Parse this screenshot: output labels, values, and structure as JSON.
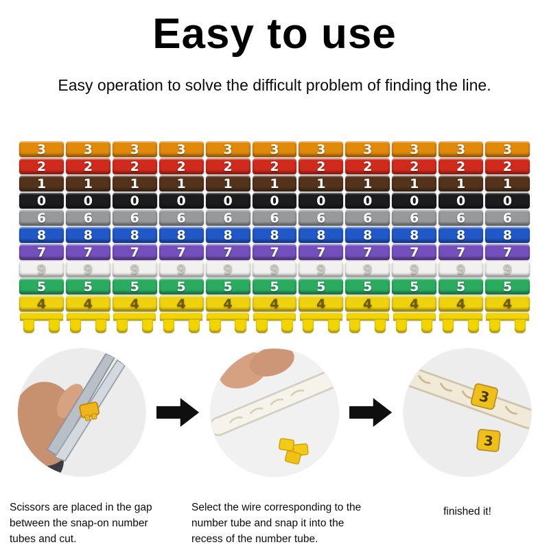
{
  "title": "Easy to use",
  "subtitle": "Easy operation to solve the difficult problem of finding the line.",
  "marker_strip": {
    "columns": 11,
    "rows": [
      {
        "digit": "3",
        "bg": "#e0890b",
        "fg": "#ffffff"
      },
      {
        "digit": "2",
        "bg": "#d02a1c",
        "fg": "#ffffff"
      },
      {
        "digit": "1",
        "bg": "#54331c",
        "fg": "#ffffff"
      },
      {
        "digit": "0",
        "bg": "#1c1c1e",
        "fg": "#ffffff"
      },
      {
        "digit": "6",
        "bg": "#98999b",
        "fg": "#ffffff"
      },
      {
        "digit": "8",
        "bg": "#2158c8",
        "fg": "#ffffff"
      },
      {
        "digit": "7",
        "bg": "#7450bd",
        "fg": "#ffffff"
      },
      {
        "digit": "9",
        "bg": "#f2f1ef",
        "fg": "#c7c5c0"
      },
      {
        "digit": "5",
        "bg": "#2aab60",
        "fg": "#ffffff"
      },
      {
        "digit": "4",
        "bg": "#efd20e",
        "fg": "#6d5a06"
      }
    ],
    "clip_color": "#f2d500"
  },
  "steps": [
    {
      "caption": "Scissors are placed in the gap between the snap-on number tubes and cut."
    },
    {
      "caption": "Select the wire corresponding to the number tube and snap it into the recess of the number tube."
    },
    {
      "caption": "finished it!",
      "marker_labels": [
        "3",
        "3"
      ]
    }
  ],
  "arrow_color": "#0f0f0f"
}
